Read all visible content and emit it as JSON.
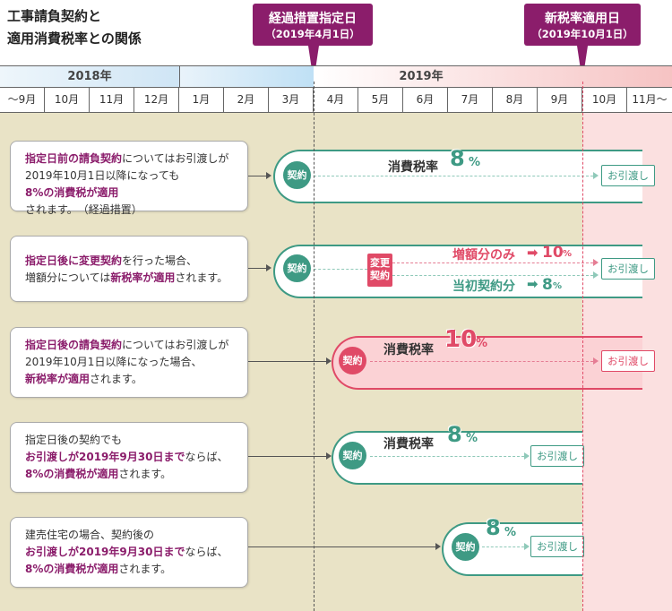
{
  "title": {
    "line1": "工事請負契約と",
    "line2": "適用消費税率との関係"
  },
  "callouts": {
    "transition": {
      "label": "経過措置指定日",
      "date": "（2019年4月1日）"
    },
    "new_rate": {
      "label": "新税率適用日",
      "date": "（2019年10月1日）"
    }
  },
  "years": [
    "2018年",
    "2019年"
  ],
  "months": [
    "～9月",
    "10月",
    "11月",
    "12月",
    "1月",
    "2月",
    "3月",
    "4月",
    "5月",
    "6月",
    "7月",
    "8月",
    "9月",
    "10月",
    "11月～"
  ],
  "colors": {
    "accent": "#8b1d6b",
    "green": "#3e9a84",
    "red": "#e04a67",
    "band": "#e9e3c6",
    "pink": "#fbe0e0"
  },
  "rows": [
    {
      "desc": [
        [
          {
            "t": "指定日前の請負契約",
            "h": true
          },
          {
            "t": "についてはお引渡しが"
          }
        ],
        [
          {
            "t": "2019年10月1日以降になっても"
          }
        ],
        [
          {
            "t": "8%の消費税が適用",
            "h": true
          },
          {
            "t": "されます。　（経過措置）"
          }
        ]
      ],
      "contract": "契約",
      "rate_label": "消費税率",
      "rate": "8",
      "pct": "%",
      "delivery": "お引渡し"
    },
    {
      "desc": [
        [
          {
            "t": "指定日後に変更契約",
            "h": true
          },
          {
            "t": "を行った場合、"
          }
        ],
        [
          {
            "t": "増額分については"
          },
          {
            "t": "新税率が適用",
            "h": true
          },
          {
            "t": "されます。"
          }
        ]
      ],
      "contract": "契約",
      "change": "変更契約",
      "increase_label": "増額分のみ",
      "increase_rate": "10",
      "original_label": "当初契約分",
      "original_rate": "8",
      "pct": "%",
      "delivery": "お引渡し"
    },
    {
      "desc": [
        [
          {
            "t": "指定日後の請負契約",
            "h": true
          },
          {
            "t": "についてはお引渡しが"
          }
        ],
        [
          {
            "t": "2019年10月1日以降になった場合、"
          }
        ],
        [
          {
            "t": "新税率が適用",
            "h": true
          },
          {
            "t": "されます。"
          }
        ]
      ],
      "contract": "契約",
      "rate_label": "消費税率",
      "rate": "10",
      "pct": "%",
      "delivery": "お引渡し"
    },
    {
      "desc": [
        [
          {
            "t": "指定日後の契約でも"
          }
        ],
        [
          {
            "t": "お引渡しが2019年9月30日まで",
            "h": true
          },
          {
            "t": "ならば、"
          }
        ],
        [
          {
            "t": "8%の消費税が適用",
            "h": true
          },
          {
            "t": "されます。"
          }
        ]
      ],
      "contract": "契約",
      "rate_label": "消費税率",
      "rate": "8",
      "pct": "%",
      "delivery": "お引渡し"
    },
    {
      "desc": [
        [
          {
            "t": "建売住宅の場合、契約後の"
          }
        ],
        [
          {
            "t": "お引渡しが2019年9月30日まで",
            "h": true
          },
          {
            "t": "ならば、"
          }
        ],
        [
          {
            "t": "8%の消費税が適用",
            "h": true
          },
          {
            "t": "されます。"
          }
        ]
      ],
      "contract": "契約",
      "rate": "8",
      "pct": "%",
      "delivery": "お引渡し"
    }
  ]
}
